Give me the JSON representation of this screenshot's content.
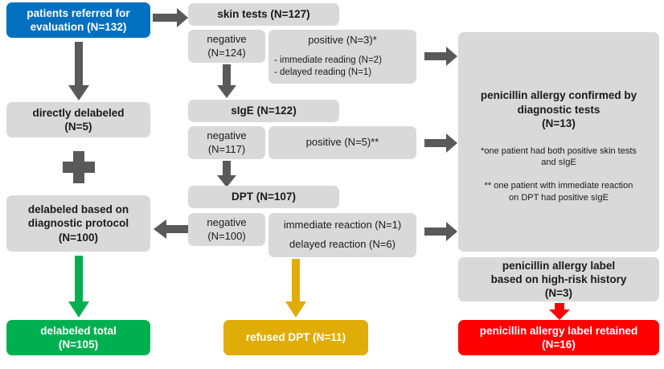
{
  "diagram": {
    "title": "penicillin allergy delabeling flowchart",
    "colors": {
      "blue": "#0270c0",
      "gray": "#d9d9d9",
      "green": "#00b050",
      "amber": "#e0ad08",
      "red": "#fe0000",
      "arrow_gray": "#595959"
    },
    "nodes": {
      "referred": "patients referred for\nevaluation (N=132)",
      "skin_tests": "skin tests (N=127)",
      "skin_negative": "negative\n(N=124)",
      "skin_positive_title": "positive (N=3)*",
      "skin_positive_detail": "- immediate reading (N=2)\n- delayed reading (N=1)",
      "sige": "sIgE (N=122)",
      "sige_negative": "negative\n(N=117)",
      "sige_positive": "positive (N=5)**",
      "dpt": "DPT (N=107)",
      "dpt_negative": "negative\n(N=100)",
      "dpt_immediate": "immediate reaction (N=1)",
      "dpt_delayed": "delayed reaction (N=6)",
      "directly_delabeled": "directly delabeled\n(N=5)",
      "protocol_delabeled": "delabeled based on\ndiagnostic protocol\n(N=100)",
      "confirmed_title": "penicillin allergy confirmed by\ndiagnostic tests\n(N=13)",
      "confirmed_note1": "*one patient had both positive skin tests\nand sIgE",
      "confirmed_note2": "** one patient with immediate reaction\non DPT had positive sIgE",
      "high_risk_label": "penicillin allergy label\nbased on high-risk history\n(N=3)",
      "delabeled_total": "delabeled total\n(N=105)",
      "refused_dpt": "refused DPT (N=11)",
      "label_retained": "penicillin allergy label retained\n(N=16)"
    }
  }
}
